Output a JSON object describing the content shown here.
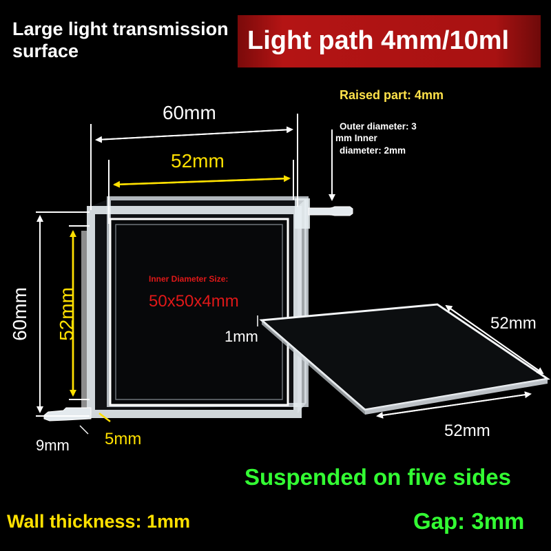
{
  "header": {
    "left_title": "Large light transmission surface",
    "banner_title": "Light path 4mm/10ml"
  },
  "annotations": {
    "raised_part": "Raised part: 4mm",
    "outer_inner_diameter_line1": "Outer diameter: 3",
    "outer_inner_diameter_line2": "mm Inner",
    "outer_inner_diameter_line3": "diameter: 2mm",
    "inner_size_label": "Inner Diameter Size:",
    "inner_size_value": "50x50x4mm",
    "thickness_plate": "1mm",
    "bottom_left_dim": "9mm",
    "bottom_yellow_dim": "5mm"
  },
  "dimensions": {
    "outer_width": "60mm",
    "inner_width": "52mm",
    "outer_height": "60mm",
    "inner_height": "52mm",
    "plate_side_right": "52mm",
    "plate_side_bottom": "52mm"
  },
  "footer": {
    "suspended": "Suspended on five sides",
    "wall_thickness": "Wall thickness: 1mm",
    "gap": "Gap: 3mm"
  },
  "colors": {
    "background": "#000000",
    "banner_red": "#b41414",
    "accent_yellow": "#ffe000",
    "accent_green": "#33ff33",
    "label_red": "#e01818"
  }
}
